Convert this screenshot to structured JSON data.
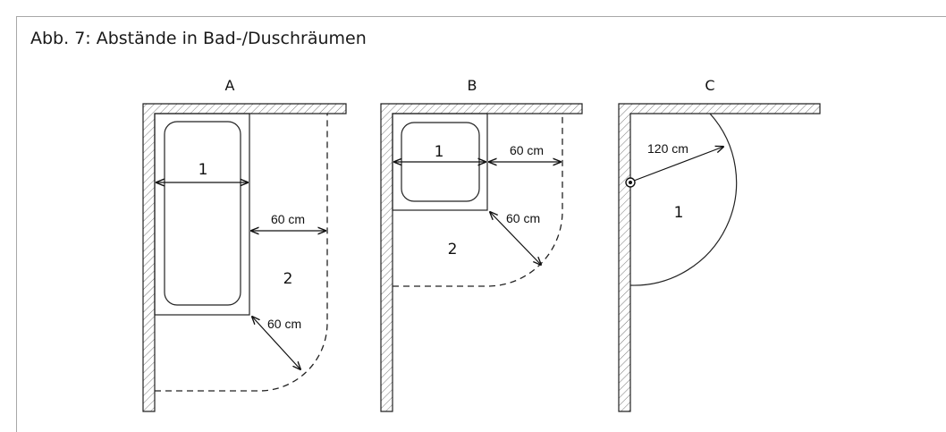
{
  "figure": {
    "caption": "Abb. 7: Abstände in Bad-/Duschräumen",
    "panels": [
      {
        "label": "A",
        "fixture_label": "1",
        "area_label": "2",
        "dimensions": [
          "60 cm",
          "60 cm"
        ]
      },
      {
        "label": "B",
        "fixture_label": "1",
        "area_label": "2",
        "dimensions": [
          "60 cm",
          "60 cm"
        ]
      },
      {
        "label": "C",
        "fixture_label": "1",
        "dimensions": [
          "120 cm"
        ]
      }
    ]
  }
}
